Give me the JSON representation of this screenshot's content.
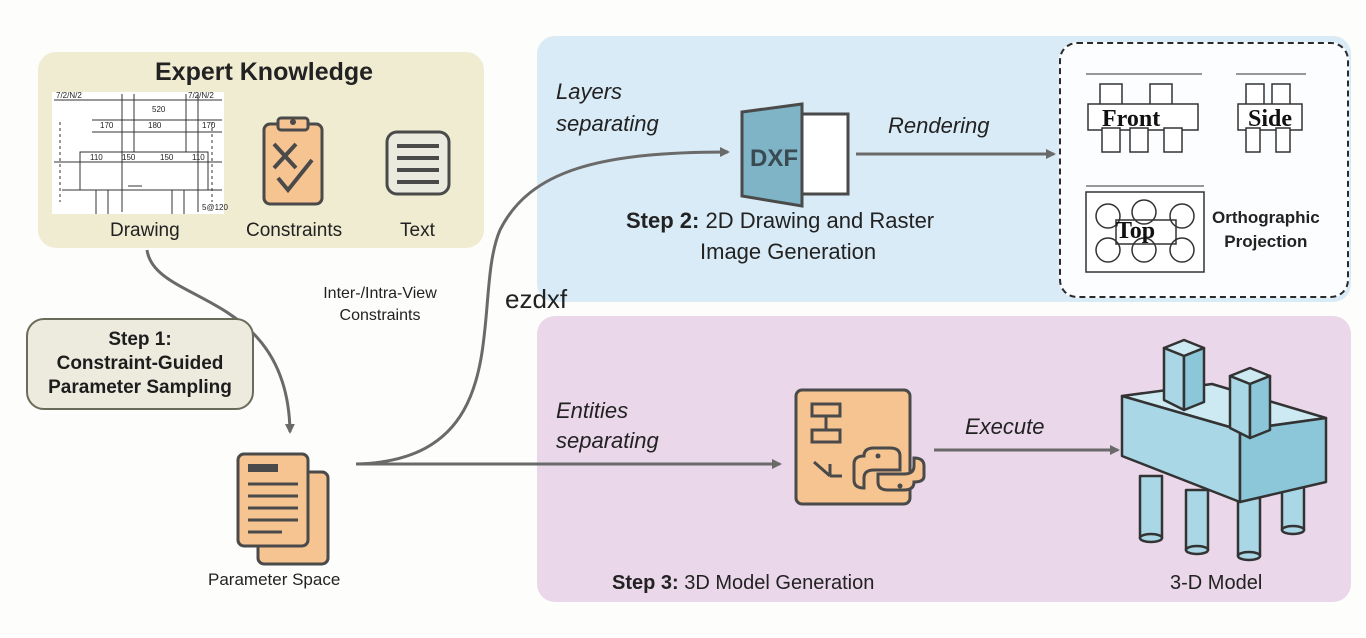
{
  "expert": {
    "title": "Expert Knowledge",
    "drawing_label": "Drawing",
    "constraints_label": "Constraints",
    "text_label": "Text",
    "drawing_dims": {
      "top_dims": [
        "170",
        "180",
        "170"
      ],
      "top_total": "520",
      "mid_dims": [
        "110",
        "150",
        "150",
        "110"
      ],
      "corner_left": "7/2/N/2",
      "corner_right": "7/2/N/2",
      "foot": "5@120"
    }
  },
  "step1": {
    "line1": "Step 1:",
    "line2": "Constraint-Guided",
    "line3": "Parameter Sampling"
  },
  "constraints_note": {
    "line1": "Inter-/Intra-View",
    "line2": "Constraints"
  },
  "parameter_space_label": "Parameter Space",
  "ezdxf_label": "ezdxf",
  "step2": {
    "layers_line1": "Layers",
    "layers_line2": "separating",
    "dxf_icon_text": "DXF",
    "rendering_label": "Rendering",
    "title_bold": "Step 2:",
    "title_rest": " 2D Drawing and Raster",
    "title_line2": "Image Generation"
  },
  "ortho": {
    "front": "Front",
    "side": "Side",
    "top": "Top",
    "caption_line1": "Orthographic",
    "caption_line2": "Projection"
  },
  "step3": {
    "entities_line1": "Entities",
    "entities_line2": "separating",
    "execute_label": "Execute",
    "title_bold": "Step 3:",
    "title_rest": " 3D Model Generation",
    "model_label": "3-D Model"
  },
  "colors": {
    "expert_bg": "#efecd2",
    "step2_bg": "#d9ebf6",
    "step3_bg": "#ead7ea",
    "icon_orange": "#f6c491",
    "icon_stroke": "#4a4a4a",
    "model_blue": "#a9d7e6",
    "dxf_blue": "#7fb3c6"
  },
  "icons": [
    "clipboard-icon",
    "text-document-icon",
    "parameter-docs-icon",
    "dxf-file-icon",
    "python-flowchart-icon",
    "pile-cap-model-icon"
  ]
}
